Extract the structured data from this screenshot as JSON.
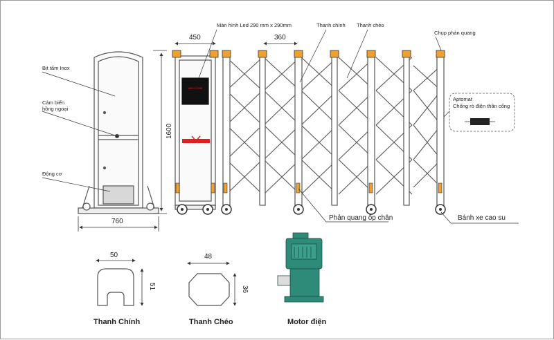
{
  "labels": {
    "led_screen": "Màn hình Led 290 mm x 290mm",
    "main_bar": "Thanh chính",
    "cross_bar": "Thanh chéo",
    "reflector_cap": "Chụp phản quang",
    "inox_cover": "Bịt tấm Inox",
    "ir_sensor_line1": "Cảm biến",
    "ir_sensor_line2": "hồng ngoại",
    "motor_part": "Động cơ",
    "aptomat_title": "Aptomat",
    "aptomat_desc": "Chống rò điện thân cổng",
    "foot_reflector": "Phản quang ốp chân",
    "rubber_wheel": "Bánh xe cao su",
    "welcome": "WELCOME"
  },
  "dimensions": {
    "head_width": "450",
    "bar_spacing": "360",
    "height": "1600",
    "base_width": "760",
    "main_w": "50",
    "main_h": "51",
    "cross_w": "48",
    "cross_h": "36"
  },
  "captions": {
    "main_profile": "Thanh Chính",
    "cross_profile": "Thanh Chéo",
    "motor": "Motor điện"
  },
  "colors": {
    "orange": "#f0a030",
    "red": "#e02020",
    "motor_teal": "#2e8b7a"
  }
}
